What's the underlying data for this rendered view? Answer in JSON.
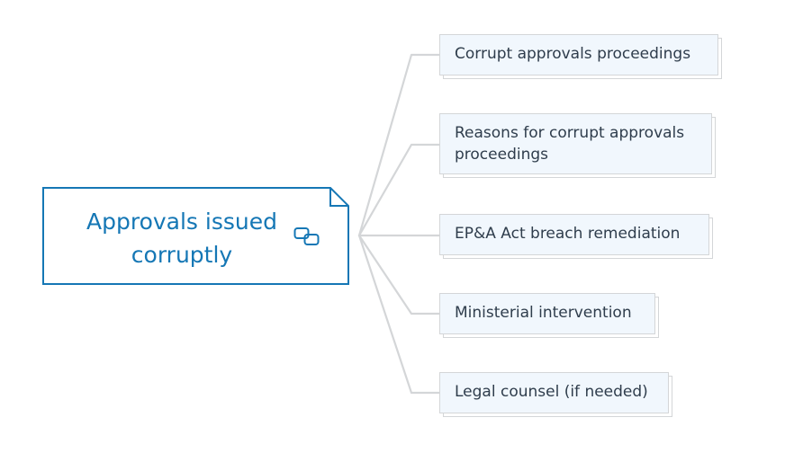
{
  "root": {
    "title": "Approvals issued corruptly",
    "link_icon": "link-icon"
  },
  "children": [
    {
      "label": "Corrupt approvals proceedings"
    },
    {
      "label": "Reasons for corrupt approvals proceedings"
    },
    {
      "label": "EP&A Act breach remediation"
    },
    {
      "label": "Ministerial intervention"
    },
    {
      "label": "Legal counsel (if needed)"
    }
  ],
  "colors": {
    "root_border": "#1577b5",
    "root_text": "#1577b5",
    "child_fill": "#f1f7fd",
    "child_border": "#d4d6d8",
    "child_text": "#2f3d4c",
    "connector": "#d4d6d8"
  }
}
